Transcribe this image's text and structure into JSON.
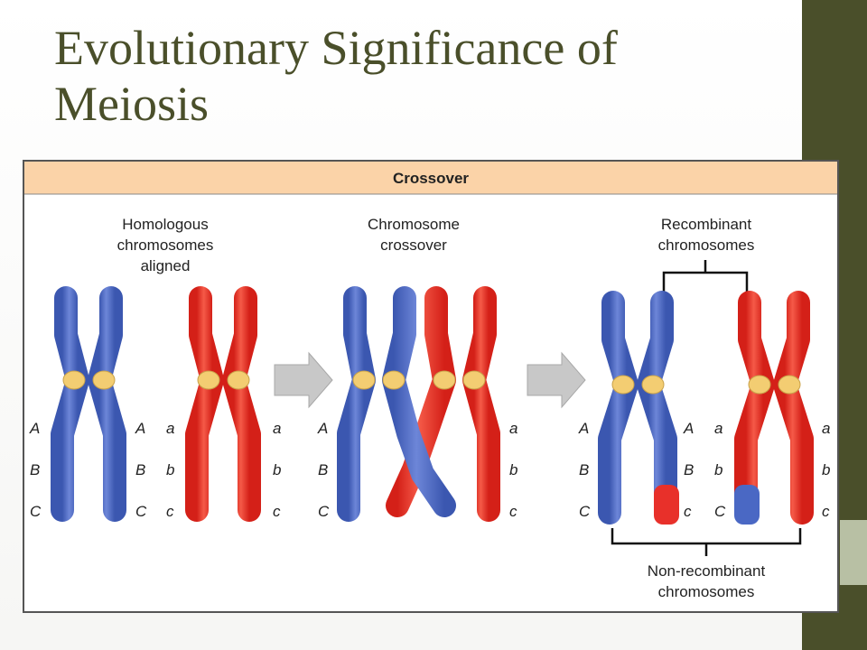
{
  "slide": {
    "title": "Evolutionary Significance of Meiosis"
  },
  "diagram": {
    "header": "Crossover",
    "labels": {
      "homologous": [
        "Homologous",
        "chromosomes",
        "aligned"
      ],
      "crossover": [
        "Chromosome",
        "crossover"
      ],
      "recombinant": [
        "Recombinant",
        "chromosomes"
      ],
      "non_recombinant": [
        "Non-recombinant",
        "chromosomes"
      ]
    },
    "genes": {
      "upper": [
        "A",
        "B",
        "C"
      ],
      "lower": [
        "a",
        "b",
        "c"
      ]
    },
    "colors": {
      "blue": "#4a68c4",
      "red": "#e8302a",
      "centromere": "#f3cd72",
      "header_bg": "#fbd3a8",
      "arrow": "#c6c6c6"
    }
  }
}
